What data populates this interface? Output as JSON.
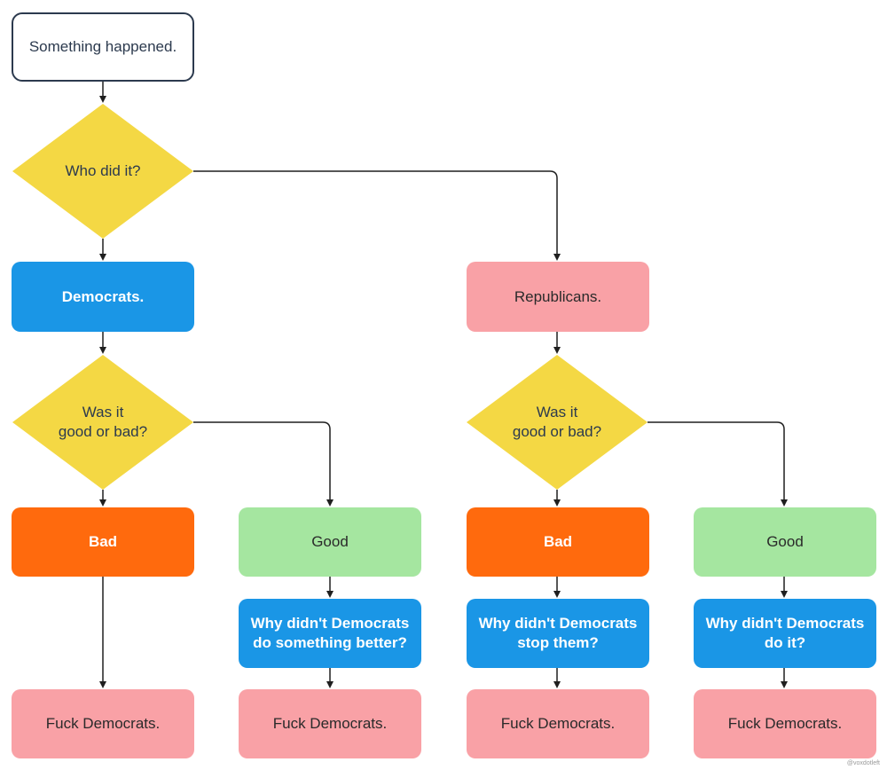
{
  "nodes": {
    "start": "Something happened.",
    "who": "Who did it?",
    "democrats": "Democrats.",
    "republicans": "Republicans.",
    "q_left_l1": "Was it",
    "q_left_l2": "good or bad?",
    "q_right_l1": "Was it",
    "q_right_l2": "good or bad?",
    "bad_left": "Bad",
    "good_left": "Good",
    "bad_right": "Bad",
    "good_right": "Good",
    "why_better_l1": "Why didn't Democrats",
    "why_better_l2": "do something better?",
    "why_stop_l1": "Why didn't Democrats",
    "why_stop_l2": "stop them?",
    "why_do_l1": "Why didn't Democrats",
    "why_do_l2": "do it?",
    "end_1": "Fuck Democrats.",
    "end_2": "Fuck Democrats.",
    "end_3": "Fuck Democrats.",
    "end_4": "Fuck Democrats."
  },
  "watermark": "@voxdotleft",
  "colors": {
    "diamond": "#f4d844",
    "blue": "#1a96e6",
    "pink": "#f9a1a6",
    "orange": "#ff6a0d",
    "green": "#a5e6a0",
    "line": "#1f1f1f"
  }
}
